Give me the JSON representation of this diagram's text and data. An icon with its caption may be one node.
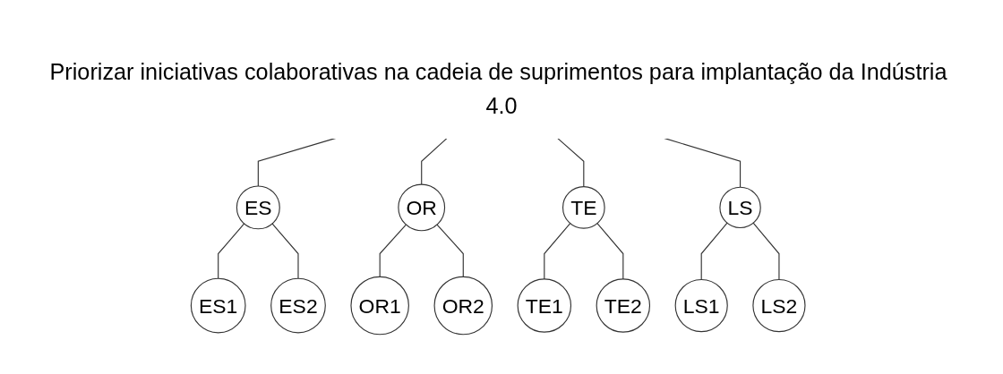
{
  "diagram": {
    "nodes": [
      {
        "text": [
          "Priorizar iniciativas colaborativas na cadeia de suprimentos para implantação da Indústria 4.0"
        ]
      },
      {
        "text": [
          "ES"
        ]
      },
      {
        "text": [
          "OR"
        ]
      },
      {
        "text": [
          "TE"
        ]
      },
      {
        "text": [
          "LS"
        ]
      },
      {
        "text": [
          "ES1"
        ]
      },
      {
        "text": [
          "ES2"
        ]
      },
      {
        "text": [
          "OR1"
        ]
      },
      {
        "text": [
          "OR2"
        ]
      },
      {
        "text": [
          "TE1"
        ]
      },
      {
        "text": [
          "TE2"
        ]
      },
      {
        "text": [
          "LS1"
        ]
      },
      {
        "text": [
          "LS2"
        ]
      }
    ],
    "edges": [
      {
        "from": 0,
        "to": 1,
        "arrow": "none"
      },
      {
        "from": 0,
        "to": 2,
        "arrow": "none"
      },
      {
        "from": 0,
        "to": 3,
        "arrow": "none"
      },
      {
        "from": 0,
        "to": 4,
        "arrow": "none"
      },
      {
        "from": 1,
        "to": 5,
        "arrow": "none"
      },
      {
        "from": 1,
        "to": 6,
        "arrow": "none"
      },
      {
        "from": 2,
        "to": 7,
        "arrow": "none"
      },
      {
        "from": 2,
        "to": 8,
        "arrow": "none"
      },
      {
        "from": 3,
        "to": 9,
        "arrow": "none"
      },
      {
        "from": 3,
        "to": 10,
        "arrow": "none"
      },
      {
        "from": 4,
        "to": 11,
        "arrow": "none"
      },
      {
        "from": 4,
        "to": 12,
        "arrow": "none"
      }
    ]
  }
}
